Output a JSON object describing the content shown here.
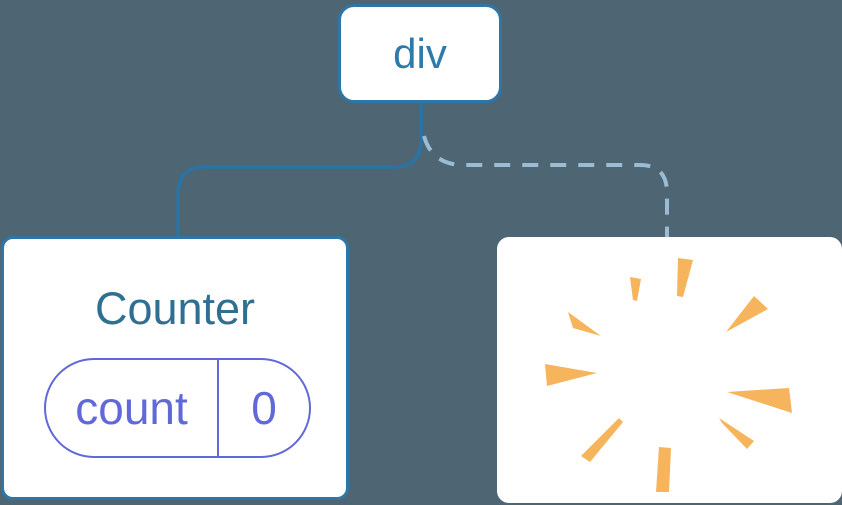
{
  "canvas": {
    "background": "#4e6673"
  },
  "root_node": {
    "label": "div",
    "fill": "#ffffff",
    "border_color": "#2e76a8",
    "text_color": "#2e7bab"
  },
  "edges": {
    "solid": {
      "color": "#2a73a5"
    },
    "dashed": {
      "color": "#9cbcd4"
    }
  },
  "counter_card": {
    "title": "Counter",
    "title_color": "#2f7092",
    "border_color": "#2e76a8",
    "fill": "#ffffff",
    "state_pill": {
      "key": "count",
      "value": "0",
      "accent_color": "#6169d8"
    }
  },
  "poof_card": {
    "fill": "#ffffff",
    "icon": "poof-starburst-icon",
    "icon_color": "#f6b45c"
  }
}
